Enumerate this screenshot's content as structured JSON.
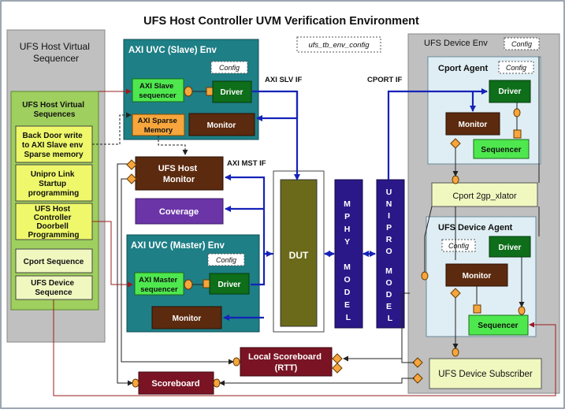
{
  "title": "UFS Host Controller UVM Verification Environment",
  "labels": {
    "host_vseq": [
      "UFS Host Virtual",
      "Sequencer"
    ],
    "host_vseqs": [
      "UFS Host Virtual",
      "Sequences"
    ],
    "backdoor": [
      "Back Door write",
      "to AXI Slave env",
      "Sparse memory"
    ],
    "unipro_link": [
      "Unipro  Link",
      "Startup",
      "programming"
    ],
    "doorbell": [
      "UFS Host",
      "Controller",
      "Doorbell",
      "Programming"
    ],
    "cport_seq": "Cport Sequence",
    "ufs_dev_seq": [
      "UFS Device",
      "Sequence"
    ],
    "axi_slave_env": "AXI UVC (Slave) Env",
    "axi_master_env": "AXI UVC (Master) Env",
    "config": "Config",
    "axi_slave_sequencer": [
      "AXI Slave",
      "sequencer"
    ],
    "axi_master_sequencer": [
      "AXI Master",
      "sequencer"
    ],
    "driver": "Driver",
    "monitor": "Monitor",
    "sequencer": "Sequencer",
    "axi_sparse_memory": [
      "AXI Sparse",
      "Memory"
    ],
    "ufs_tb_env_config": "ufs_tb_env_config",
    "ufs_host_monitor": [
      "UFS Host",
      "Monitor"
    ],
    "coverage": "Coverage",
    "dut": "DUT",
    "mphy_model": [
      "M",
      "P",
      "H",
      "Y",
      "",
      "M",
      "O",
      "D",
      "E",
      "L"
    ],
    "unipro_model": [
      "U",
      "N",
      "I",
      "P",
      "R",
      "O",
      "",
      "M",
      "O",
      "D",
      "E",
      "L"
    ],
    "axi_slv_if": "AXI SLV IF",
    "axi_mst_if": "AXI MST IF",
    "cport_if": "CPORT IF",
    "ufs_device_env": "UFS Device Env",
    "cport_agent": "Cport Agent",
    "cport2gp_xlator": "Cport 2gp_xlator",
    "ufs_device_agent": "UFS Device Agent",
    "ufs_device_subscriber": "UFS Device Subscriber",
    "local_scoreboard": [
      "Local Scoreboard",
      "(RTT)"
    ],
    "scoreboard": "Scoreboard"
  },
  "colors": {
    "teal_env": "#1e7f86",
    "brown_block": "#5c2a0e",
    "green_block": "#0e6e1a",
    "light_green": "#4ee84e",
    "orange_block": "#f6a63c",
    "purple_block": "#6b35a8",
    "navy_model": "#2a1888",
    "olive_dut": "#6a6a1a",
    "maroon_block": "#7a1424",
    "yellow_seq": "#eef86a",
    "grey_panel": "#c0c0c0",
    "pale_blue": "#dfeef4",
    "pale_yellow": "#f0f8c0",
    "arrow_blue": "#1622b8"
  }
}
